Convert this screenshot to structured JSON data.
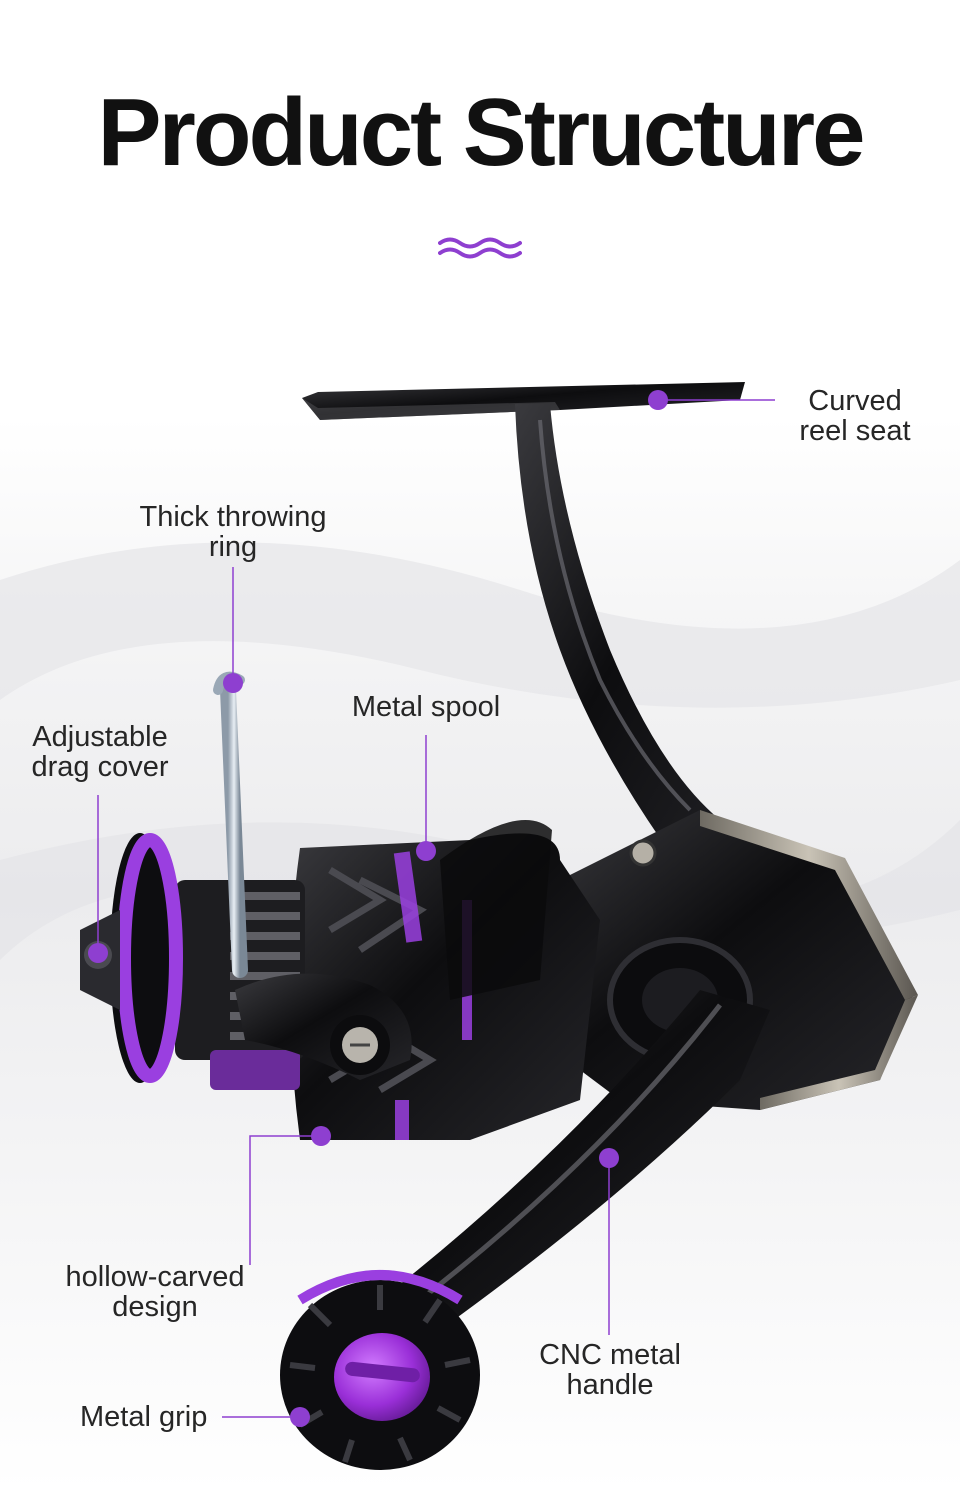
{
  "page": {
    "title": "Product Structure",
    "accent_color": "#8e3fd0",
    "wave_icon": "wave-icon"
  },
  "callouts": {
    "curved_reel_seat": {
      "line1": "Curved",
      "line2": "reel seat"
    },
    "thick_throwing_ring": {
      "line1": "Thick throwing",
      "line2": "ring"
    },
    "metal_spool": {
      "line1": "Metal spool"
    },
    "adjustable_drag_cover": {
      "line1": "Adjustable",
      "line2": "drag cover"
    },
    "hollow_carved_design": {
      "line1": "hollow-carved",
      "line2": "design"
    },
    "cnc_metal_handle": {
      "line1": "CNC metal",
      "line2": "handle"
    },
    "metal_grip": {
      "line1": "Metal grip"
    }
  }
}
